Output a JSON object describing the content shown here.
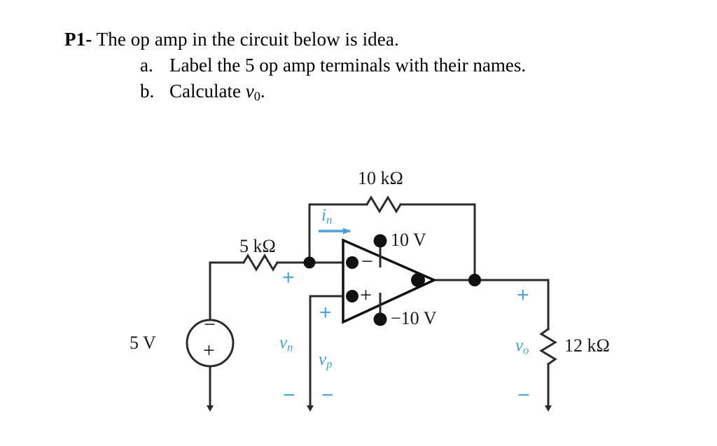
{
  "problem": {
    "tag": "P1-",
    "statement": "The op amp in the circuit below is idea.",
    "parts": [
      {
        "marker": "a.",
        "text": "Label the 5 op amp terminals with their names."
      },
      {
        "marker": "b.",
        "text_before": "Calculate ",
        "variable": "v",
        "subscript": "0",
        "text_after": "."
      }
    ]
  },
  "circuit": {
    "title": "op-amp inverting amplifier circuit",
    "source": {
      "label": "5 V",
      "top_sign": "−",
      "bottom_sign": "+"
    },
    "resistors": [
      {
        "name": "input-resistor",
        "label": "5 kΩ",
        "orientation": "horizontal"
      },
      {
        "name": "feedback-resistor",
        "label": "10 kΩ",
        "orientation": "horizontal"
      },
      {
        "name": "load-resistor",
        "label": "12 kΩ",
        "orientation": "vertical"
      }
    ],
    "opamp": {
      "inverting_sign": "−",
      "noninverting_sign": "+",
      "positive_supply": "10 V",
      "negative_supply": "−10 V"
    },
    "annotations": {
      "current": {
        "symbol": "i",
        "subscript": "n"
      },
      "vn": {
        "symbol": "v",
        "subscript": "n",
        "plus": "+",
        "minus": "−"
      },
      "vp": {
        "symbol": "v",
        "subscript": "p",
        "plus": "+",
        "minus": "−"
      },
      "vo": {
        "symbol": "v",
        "subscript": "o",
        "plus": "+",
        "minus": "−"
      }
    },
    "colors": {
      "wire": "#2b2b2b",
      "annotation_blue": "#3f9fd9",
      "text": "#1a1a1a"
    }
  }
}
